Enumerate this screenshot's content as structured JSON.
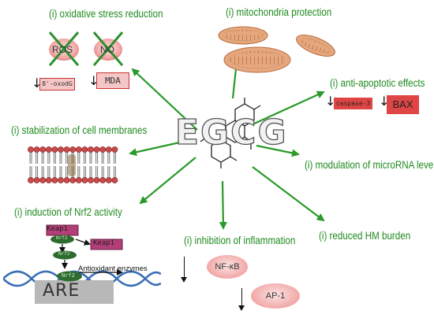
{
  "colors": {
    "label_green": "#1f8a1f",
    "arrow_green": "#2a9a2a",
    "cross_green": "#2f8f2f",
    "box_red": "#e04545",
    "box_pink": "#f4c6c6",
    "box_pink_border": "#cc3333",
    "ellipse_red": "#f2b1b1",
    "ellipse_edge": "#e06060",
    "mito_fill": "#e5a87e",
    "keap1_fill": "#b43f78",
    "nrf2_fill": "#2e6b2e",
    "are_fill": "#b8b8b8",
    "dna_blue": "#3a6fb5"
  },
  "center": {
    "molecule_text": "EGCG"
  },
  "effects": {
    "oxidative": {
      "label": "(i) oxidative stress reduction",
      "ros": "ROS",
      "no": "NO",
      "marker_a": "8'-oxodG",
      "marker_b": "MDA",
      "arrow_down": "↓"
    },
    "mitochondria": {
      "label": "(i) mitochondria protection"
    },
    "apoptotic": {
      "label": "(i) anti-apoptotic effects",
      "marker_a": "caspase-3",
      "marker_b": "BAX",
      "arrow_down": "↓"
    },
    "membranes": {
      "label": "(i) stabilization of cell membranes"
    },
    "microrna": {
      "label": "(i) modulation of microRNA levels"
    },
    "nrf2": {
      "label": "(i) induction of Nrf2 activity",
      "keap1_a": "Keap1",
      "keap1_b": "Keap1",
      "nrf2_a": "Nrf2",
      "nrf2_b": "Nrf2",
      "nrf2_c": "Nrf2",
      "antioxidant": "Antioxidant enzymes",
      "are": "ARE"
    },
    "inflammation": {
      "label": "(i) inhibition of inflammation",
      "nfkb": "NF-κB",
      "ap1": "AP-1",
      "arrow_down": "↓"
    },
    "hm_burden": {
      "label": "(i) reduced HM burden"
    }
  }
}
